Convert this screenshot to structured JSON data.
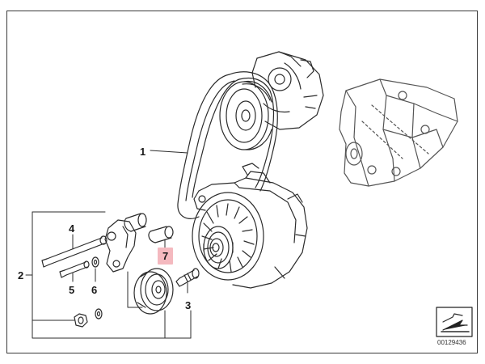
{
  "callouts": {
    "c1": "1",
    "c2": "2",
    "c3": "3",
    "c4": "4",
    "c5": "5",
    "c6": "6",
    "c7": "7"
  },
  "doc_number": "00129436",
  "highlight_color": "#f4b9bf",
  "line_color": "#2b2b2b"
}
